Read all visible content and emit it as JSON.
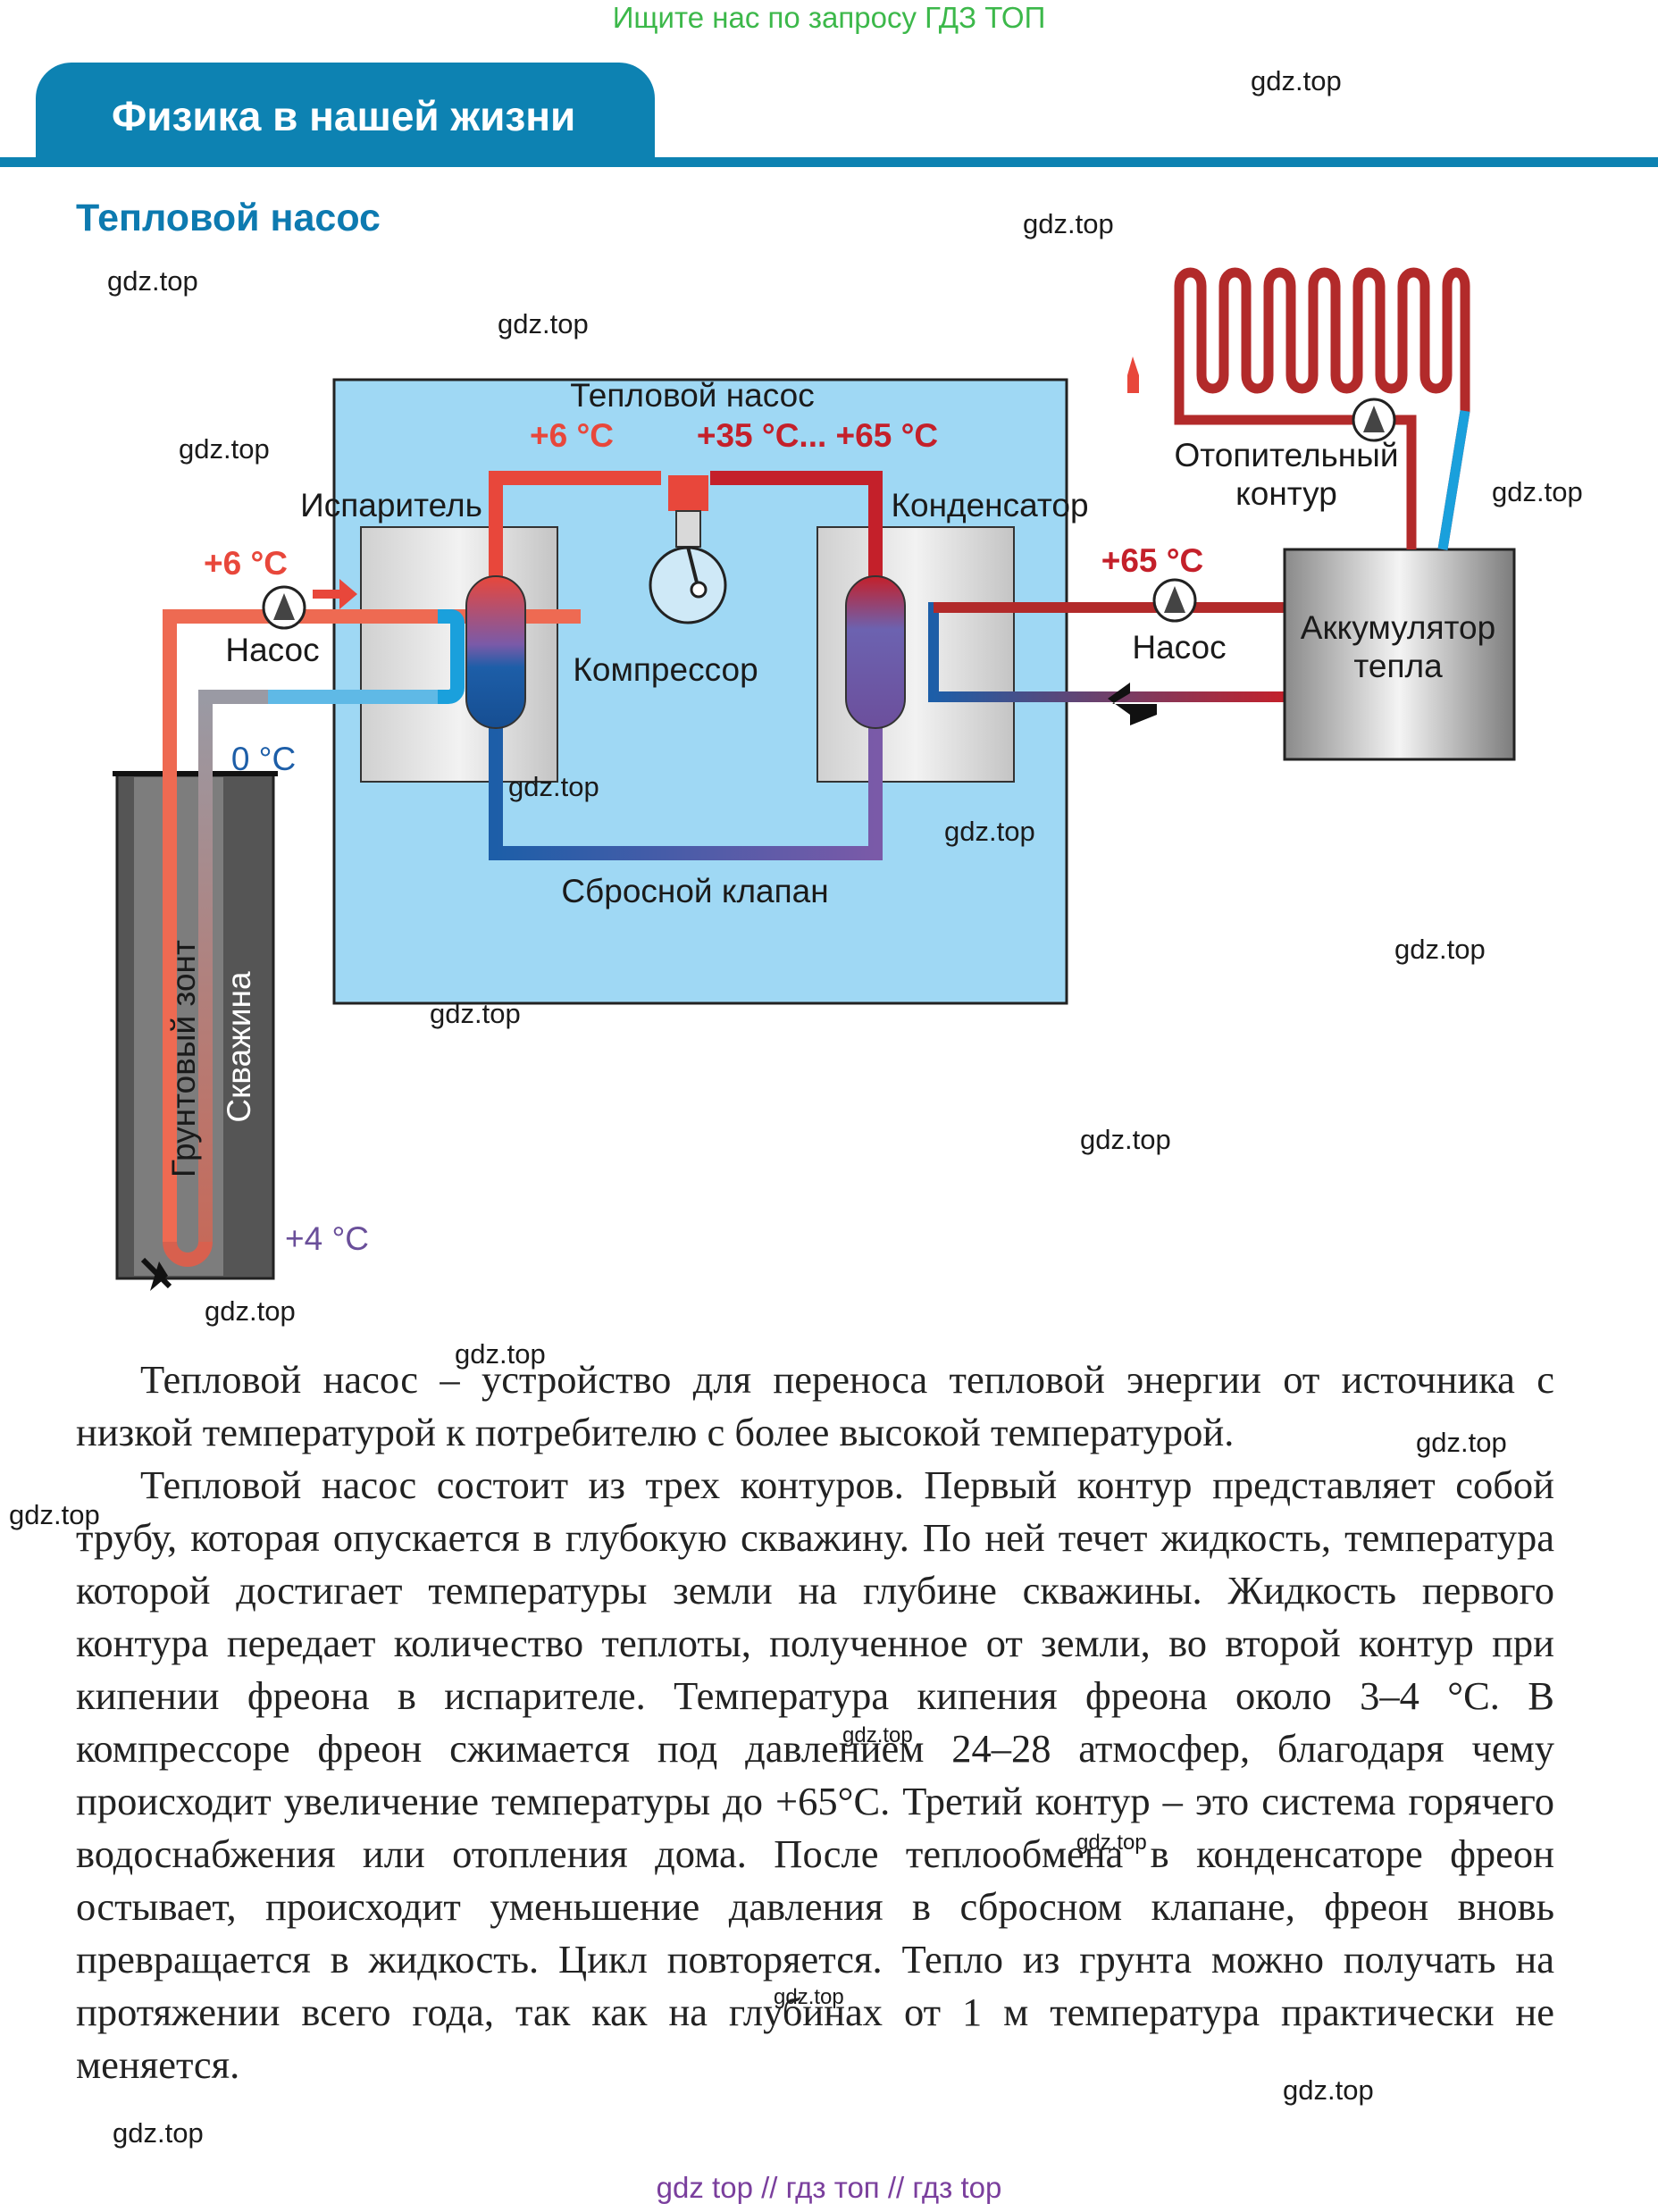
{
  "header": {
    "top_link": "Ищите нас по запросу ГДЗ ТОП",
    "tab_title": "Физика в нашей жизни",
    "section_title": "Тепловой насос"
  },
  "watermark": "gdz.top",
  "diagram": {
    "heat_pump": "Тепловой насос",
    "temp_evap": "+6 °C",
    "temp_comp": "+35 °C... +65 °C",
    "evaporator": "Испаритель",
    "condenser": "Конденсатор",
    "temp_left": "+6 °C",
    "pump_left": "Насос",
    "compressor": "Компрессор",
    "temp_zero": "0 °C",
    "valve": "Сбросной клапан",
    "heating_1": "Отопительный",
    "heating_2": "контур",
    "temp_right": "+65 °C",
    "pump_right": "Насос",
    "accum_1": "Аккумулятор",
    "accum_2": "тепла",
    "probe": "Грунтовый зонт",
    "well": "Скважина",
    "temp_four": "+4 °C"
  },
  "body": {
    "p1": "Тепловой насос – устройство для переноса тепловой энергии от источника с низкой температурой к потребителю с более высокой температурой.",
    "p2": "Тепловой насос состоит из трех контуров. Первый контур представляет собой трубу, которая опускается в глубокую скважину. По ней течет жидкость, температура которой достигает температуры земли на глубине скважины. Жидкость первого контура передает количество теплоты, полученное от земли, во второй контур при кипении фреона в испарителе. Температура кипения фреона около 3–4 °С. В компрессоре фреон сжимается под давлением 24–28 атмосфер, благодаря чему происходит увеличение температуры до +65°С. Третий контур – это система горячего водоснабжения или отопления дома. После теплообмена в конденсаторе фреон остывает, происходит уменьшение давления в сбросном клапане, фреон вновь превращается в жидкость. Цикл повторяется. Тепло из грунта можно получать на протяжении всего года, так как на глубинах от 1 м температура практически не меняется."
  },
  "footer": {
    "links": "gdz top  //  гдз топ  //  гдз top"
  },
  "colors": {
    "brand_blue": "#0d82b2",
    "hot_red": "#c4202a",
    "warm_red": "#e8473b",
    "cold_blue": "#1d5ea8",
    "box_fill": "#9fd8f4"
  }
}
